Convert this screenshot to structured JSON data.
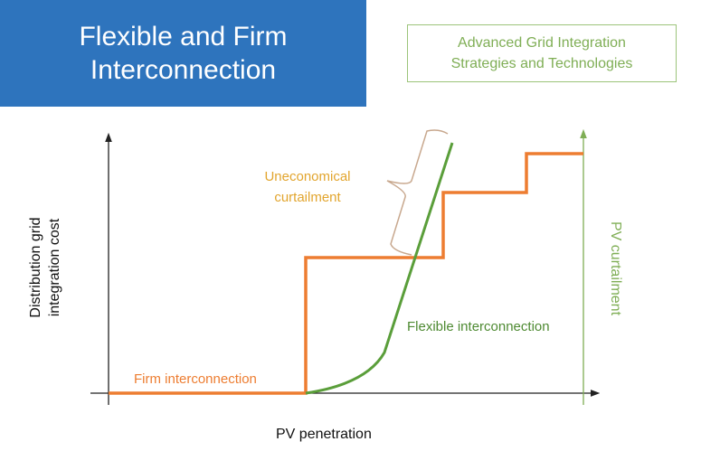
{
  "title": {
    "line1": "Flexible and Firm",
    "line2": "Interconnection"
  },
  "tag": {
    "line1": "Advanced Grid Integration",
    "line2": "Strategies and Technologies"
  },
  "diagram": {
    "x_label": "PV penetration",
    "y_label_line1": "Distribution grid",
    "y_label_line2": "integration cost",
    "y2_label": "PV curtailment",
    "firm_label": "Firm interconnection",
    "flexible_label": "Flexible interconnection",
    "brace_label_line1": "Uneconomical",
    "brace_label_line2": "curtailment",
    "colors": {
      "firm": "#ed7d31",
      "flexible": "#5a9e3a",
      "brace_text": "#e2a52e",
      "accent": "#2e74bd"
    }
  }
}
